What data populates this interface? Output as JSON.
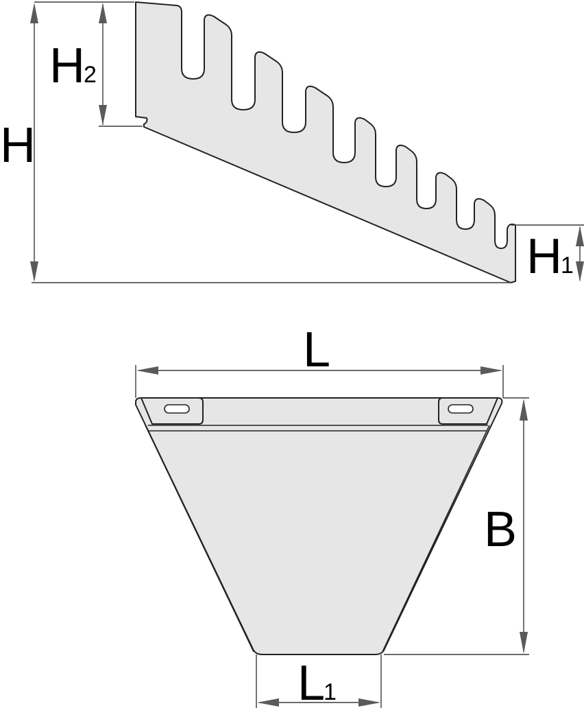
{
  "side_view": {
    "label_H": "H",
    "label_H2_main": "H",
    "label_H2_sub": "2",
    "label_H1_main": "H",
    "label_H1_sub": "1"
  },
  "top_view": {
    "label_L": "L",
    "label_L1_main": "L",
    "label_L1_sub": "1",
    "label_B": "B"
  },
  "colors": {
    "part_fill": "#e6e6e6",
    "outline": "#222222",
    "dimension": "#3a3a3a"
  }
}
